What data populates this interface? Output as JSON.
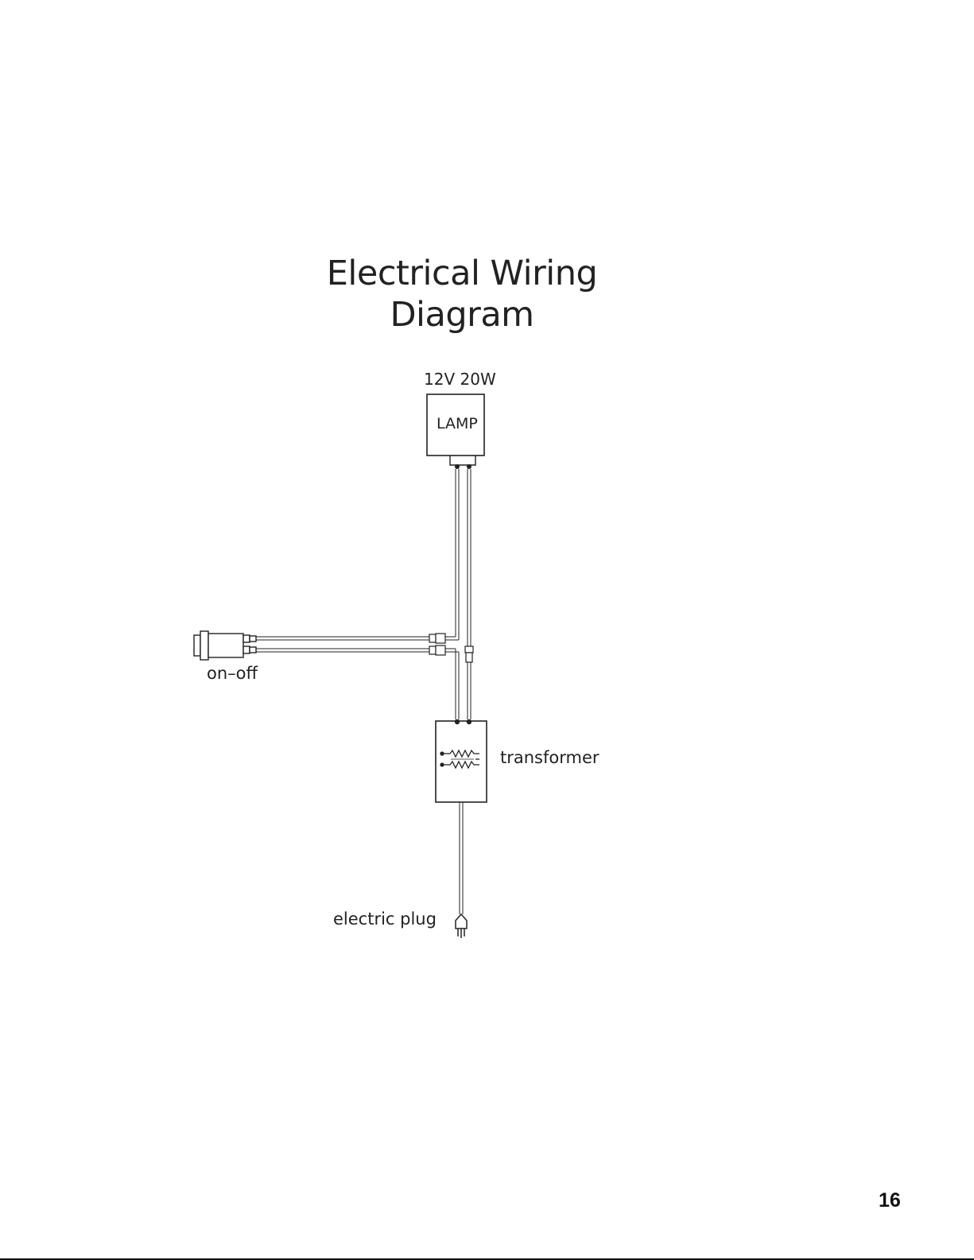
{
  "title": {
    "line1": "Electrical Wiring",
    "line2": "Diagram"
  },
  "lamp": {
    "rating": "12V 20W",
    "label": "LAMP"
  },
  "switch": {
    "label": "on–off"
  },
  "transformer": {
    "label": "transformer"
  },
  "plug": {
    "label": "electric plug"
  },
  "page_number": "16",
  "colors": {
    "ink": "#222222",
    "background": "#ffffff"
  }
}
